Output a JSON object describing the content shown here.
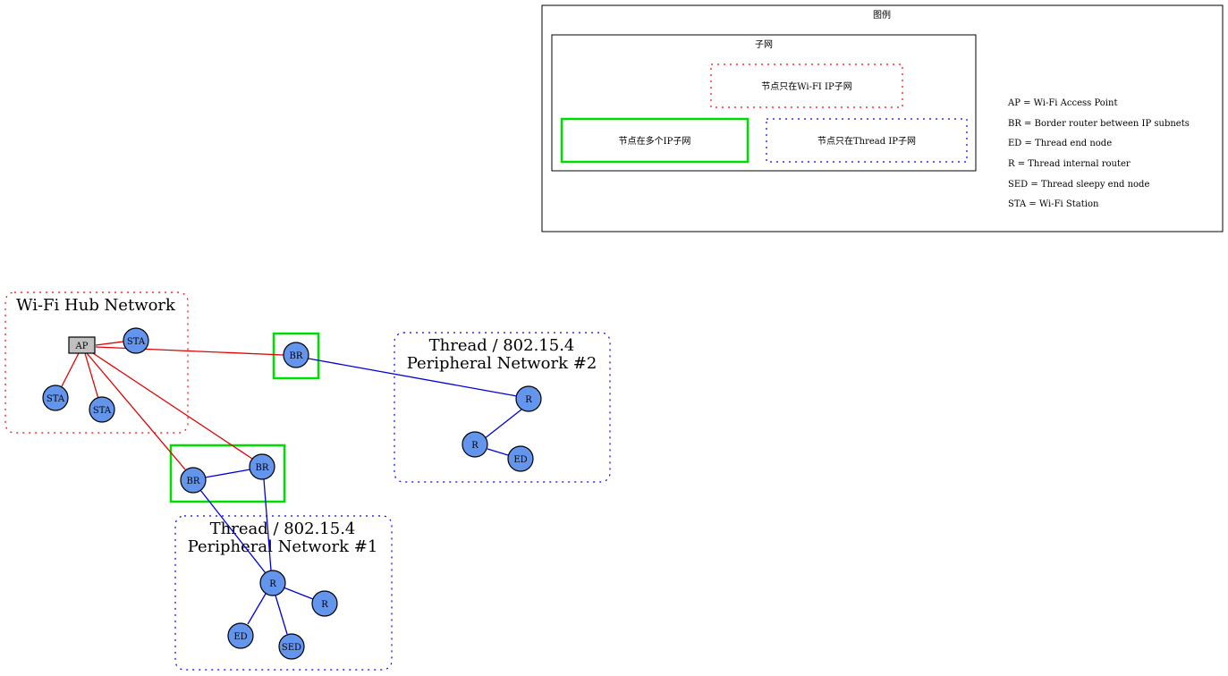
{
  "legend": {
    "title": "图例",
    "inner_title": "子网",
    "wifi_subnet_label": "节点只在Wi-FI IP子网",
    "multi_subnet_label": "节点在多个IP子网",
    "thread_subnet_label": "节点只在Thread IP子网",
    "abbreviations": [
      "AP = Wi-Fi Access Point",
      "BR = Border router between IP subnets",
      "ED = Thread end node",
      "R = Thread internal router",
      "SED = Thread sleepy end node",
      "STA = Wi-Fi Station"
    ]
  },
  "clusters": {
    "wifi_hub": {
      "title": "Wi-Fi Hub Network"
    },
    "thread2": {
      "title_line1": "Thread / 802.15.4",
      "title_line2": "Peripheral Network #2"
    },
    "thread1": {
      "title_line1": "Thread / 802.15.4",
      "title_line2": "Peripheral Network #1"
    }
  },
  "nodes": {
    "ap": "AP",
    "sta_top": "STA",
    "sta_left": "STA",
    "sta_mid": "STA",
    "br_top": "BR",
    "br_left": "BR",
    "br_right": "BR",
    "r_net2_top": "R",
    "r_net2_bottom": "R",
    "ed_net2": "ED",
    "r_net1_center": "R",
    "r_net1_right": "R",
    "ed_net1": "ED",
    "sed_net1": "SED"
  },
  "colors": {
    "wifi_link": "#e00000",
    "thread_link": "#0000dd",
    "node_fill": "#6495ed",
    "ap_fill": "#c0c0c0",
    "multi_subnet_box": "#00dd00"
  }
}
